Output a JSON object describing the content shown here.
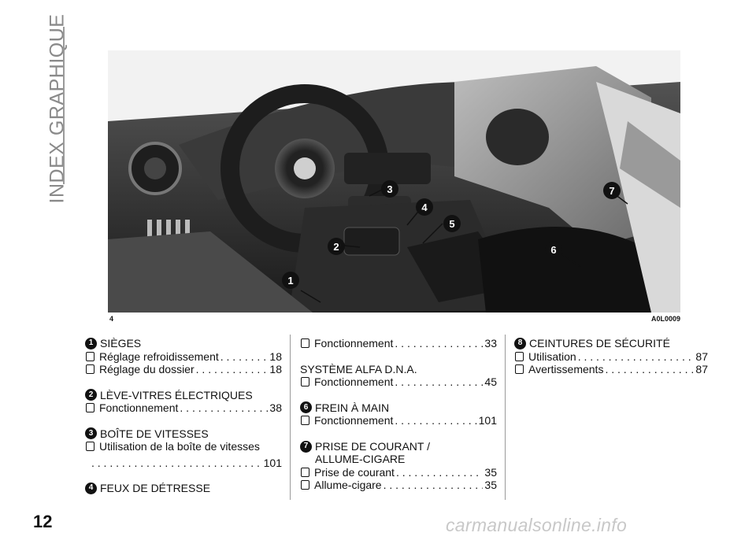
{
  "side_title": "INDEX GRAPHIQUE",
  "page_number": "12",
  "watermark": "carmanualsonline.info",
  "figure": {
    "caption_left": "4",
    "caption_right": "A0L0009",
    "callouts": [
      "1",
      "2",
      "3",
      "4",
      "5",
      "6",
      "7"
    ]
  },
  "columns": [
    {
      "sections": [
        {
          "number": "1",
          "title": "SIÈGES",
          "entries": [
            {
              "label": "Réglage refroidissement",
              "page": "18"
            },
            {
              "label": "Réglage du dossier",
              "page": "18"
            }
          ]
        },
        {
          "number": "2",
          "title": "LÈVE-VITRES ÉLECTRIQUES",
          "entries": [
            {
              "label": "Fonctionnement",
              "page": "38"
            }
          ]
        },
        {
          "number": "3",
          "title": "BOÎTE DE VITESSES",
          "entries": [
            {
              "label": "Utilisation de la boîte de vitesses",
              "page": "101"
            }
          ]
        },
        {
          "number": "4",
          "title": "FEUX DE DÉTRESSE",
          "entries": []
        }
      ]
    },
    {
      "sections": [
        {
          "number": "",
          "title": "",
          "entries": [
            {
              "label": "Fonctionnement",
              "page": "33"
            }
          ]
        },
        {
          "number": "",
          "title": "SYSTÈME ALFA D.N.A.",
          "entries": [
            {
              "label": "Fonctionnement",
              "page": "45"
            }
          ]
        },
        {
          "number": "6",
          "title": "FREIN À MAIN",
          "entries": [
            {
              "label": "Fonctionnement",
              "page": "101"
            }
          ]
        },
        {
          "number": "7",
          "title": "PRISE DE COURANT / ALLUME-CIGARE",
          "entries": [
            {
              "label": "Prise de courant",
              "page": "35"
            },
            {
              "label": "Allume-cigare",
              "page": "35"
            }
          ]
        }
      ]
    },
    {
      "sections": [
        {
          "number": "8",
          "title": "CEINTURES DE SÉCURITÉ",
          "entries": [
            {
              "label": "Utilisation",
              "page": "87"
            },
            {
              "label": "Avertissements",
              "page": "87"
            }
          ]
        }
      ]
    }
  ]
}
